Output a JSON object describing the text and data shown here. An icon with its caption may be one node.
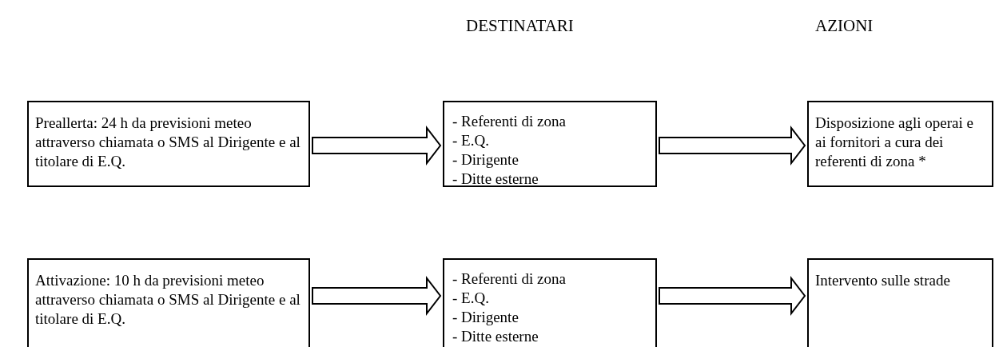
{
  "diagram": {
    "nodes": [
      {
        "text": [
          "Preallerta: 24 h da previsioni meteo attraverso chiamata o SMS al Dirigente e al titolare di E.Q."
        ]
      },
      {
        "text": [
          "- Referenti di zona",
          "- E.Q.",
          "- Dirigente",
          "- Ditte esterne"
        ]
      },
      {
        "text": [
          "Disposizione agli operai e ai fornitori a cura dei referenti di zona *"
        ]
      },
      {
        "text": [
          "Attivazione: 10 h da previsioni meteo attraverso chiamata o SMS al Dirigente e al titolare di E.Q."
        ]
      },
      {
        "text": [
          "- Referenti di zona",
          "- E.Q.",
          "- Dirigente",
          "- Ditte esterne"
        ]
      },
      {
        "text": [
          "Intervento sulle strade"
        ]
      }
    ],
    "edges": [
      {
        "from": 0,
        "to": 1,
        "arrow": "to"
      },
      {
        "from": 1,
        "to": 2,
        "arrow": "to"
      },
      {
        "from": 3,
        "to": 4,
        "arrow": "to"
      },
      {
        "from": 4,
        "to": 5,
        "arrow": "to"
      }
    ],
    "labels": [
      "DESTINATARI",
      "AZIONI"
    ]
  }
}
